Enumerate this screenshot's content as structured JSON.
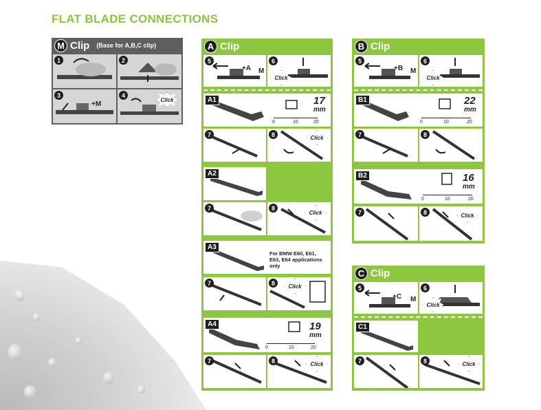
{
  "page": {
    "title": "FLAT BLADE CONNECTIONS"
  },
  "colors": {
    "accent": "#8dc63f",
    "dark": "#1f1f1f",
    "gray_panel": "#5f5f5f"
  },
  "panel_m": {
    "badge": "M",
    "title": "Clip",
    "subtitle": "(Base for A,B,C clip)",
    "steps": [
      "1",
      "2",
      "3",
      "4"
    ],
    "plus_label": "+M",
    "click": "Click"
  },
  "panel_a": {
    "badge": "A",
    "title": "Clip",
    "top_steps": [
      "5",
      "6"
    ],
    "plus_label": "+A",
    "m_label": "M",
    "click": "Click",
    "sections": [
      {
        "label": "A1",
        "mm": "17",
        "unit": "mm",
        "ticks": [
          "0",
          "10",
          "20"
        ],
        "steps": [
          "7",
          "8"
        ]
      },
      {
        "label": "A2",
        "steps": [
          "7",
          "8"
        ]
      },
      {
        "label": "A3",
        "note": "For BMW E60, E61, E63, E64 applications only",
        "steps": [
          "7",
          "8"
        ]
      },
      {
        "label": "A4",
        "mm": "19",
        "unit": "mm",
        "ticks": [
          "0",
          "10",
          "20"
        ],
        "steps": [
          "7",
          "8"
        ]
      }
    ]
  },
  "panel_b": {
    "badge": "B",
    "title": "Clip",
    "top_steps": [
      "5",
      "6"
    ],
    "plus_label": "+B",
    "m_label": "M",
    "click": "Click",
    "sections": [
      {
        "label": "B1",
        "mm": "22",
        "unit": "mm",
        "ticks": [
          "0",
          "10",
          "20"
        ],
        "steps": [
          "7",
          "8"
        ]
      },
      {
        "label": "B2",
        "mm": "16",
        "unit": "mm",
        "ticks": [
          "0",
          "10",
          "20"
        ],
        "steps": [
          "7",
          "8"
        ]
      }
    ]
  },
  "panel_c": {
    "badge": "C",
    "title": "Clip",
    "top_steps": [
      "5",
      "6"
    ],
    "plus_label": "+C",
    "m_label": "M",
    "click": "Click",
    "sections": [
      {
        "label": "C1",
        "steps": [
          "7",
          "8"
        ]
      }
    ]
  }
}
